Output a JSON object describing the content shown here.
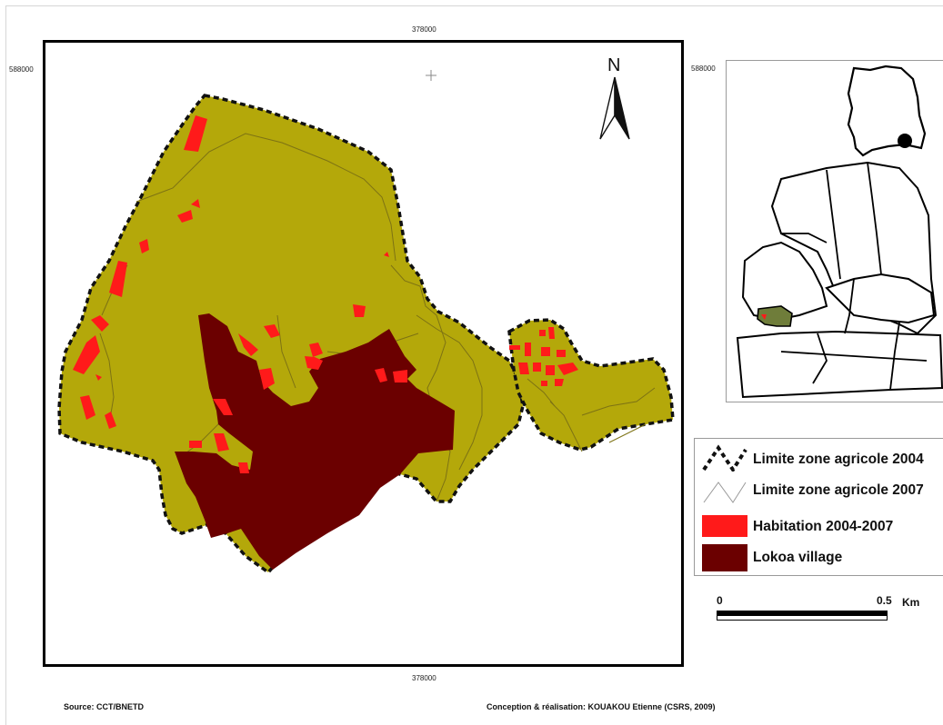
{
  "colors": {
    "agri_zone": "#b4a80a",
    "habitation": "#ff1a1a",
    "village": "#6b0000",
    "boundary_2004": "#111111",
    "boundary_2007": "#8a7e10",
    "inset_highlight": "#6f7d3a"
  },
  "coordinates": {
    "top_x": "378000",
    "bottom_x": "378000",
    "left_y": "588000",
    "right_y": "588000"
  },
  "north_arrow": {
    "label": "N",
    "icon": "north-arrow-icon"
  },
  "legend": {
    "items": [
      {
        "id": "boundary-2004",
        "label": "Limite zone agricole 2004",
        "symbol": "dashed-line"
      },
      {
        "id": "boundary-2007",
        "label": "Limite zone agricole 2007",
        "symbol": "thin-line"
      },
      {
        "id": "habitation",
        "label": "Habitation 2004-2007",
        "symbol": "red-fill"
      },
      {
        "id": "village",
        "label": "Lokoa village",
        "symbol": "dark-red-fill"
      }
    ]
  },
  "scale": {
    "start": "0",
    "end": "0.5",
    "unit": "Km"
  },
  "footer": {
    "source": "Source: CCT/BNETD",
    "credit": "Conception & réalisation: KOUAKOU Etienne (CSRS, 2009)"
  }
}
